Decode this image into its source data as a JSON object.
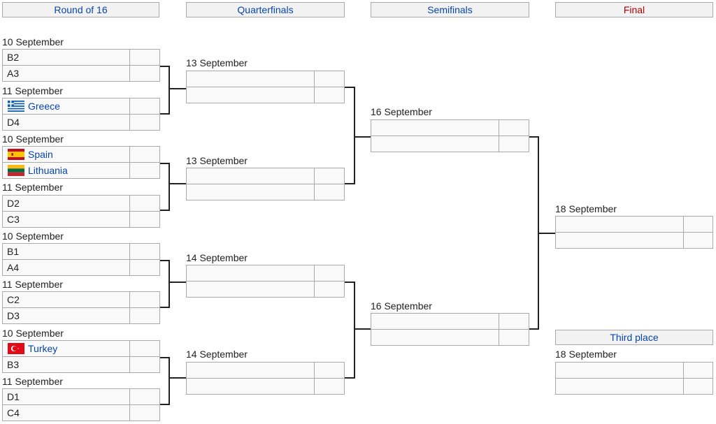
{
  "headers": {
    "round16": "Round of 16",
    "quarterfinals": "Quarterfinals",
    "semifinals": "Semifinals",
    "final": "Final",
    "third_place": "Third place"
  },
  "round16": {
    "m1": {
      "date": "10 September",
      "t1": "B2",
      "t2": "A3"
    },
    "m2": {
      "date": "11 September",
      "t1": "Greece",
      "t2": "D4"
    },
    "m3": {
      "date": "10 September",
      "t1": "Spain",
      "t2": "Lithuania"
    },
    "m4": {
      "date": "11 September",
      "t1": "D2",
      "t2": "C3"
    },
    "m5": {
      "date": "10 September",
      "t1": "B1",
      "t2": "A4"
    },
    "m6": {
      "date": "11 September",
      "t1": "C2",
      "t2": "D3"
    },
    "m7": {
      "date": "10 September",
      "t1": "Turkey",
      "t2": "B3"
    },
    "m8": {
      "date": "11 September",
      "t1": "D1",
      "t2": "C4"
    }
  },
  "quarterfinals": {
    "q1": {
      "date": "13 September"
    },
    "q2": {
      "date": "13 September"
    },
    "q3": {
      "date": "14 September"
    },
    "q4": {
      "date": "14 September"
    }
  },
  "semifinals": {
    "s1": {
      "date": "16 September"
    },
    "s2": {
      "date": "16 September"
    }
  },
  "final": {
    "date": "18 September"
  },
  "third_place": {
    "date": "18 September"
  },
  "flags": {
    "greece": "greece-flag-icon",
    "spain": "spain-flag-icon",
    "lithuania": "lithuania-flag-icon",
    "turkey": "turkey-flag-icon"
  },
  "colors": {
    "link": "#0645ad",
    "final_header": "#b30000",
    "box_bg": "#f9f9f9",
    "header_bg": "#f2f2f2",
    "border": "#aaaaaa"
  }
}
